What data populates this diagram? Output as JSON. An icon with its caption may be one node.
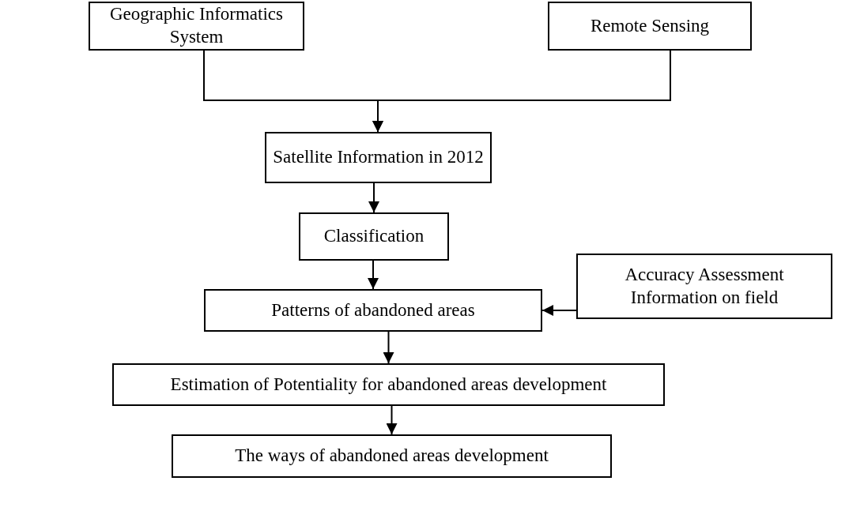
{
  "diagram": {
    "nodes": [
      {
        "text": [
          "Geographic Informatics System"
        ]
      },
      {
        "text": [
          "Remote Sensing"
        ]
      },
      {
        "text": [
          "Satellite Information in 2012"
        ]
      },
      {
        "text": [
          "Classification"
        ]
      },
      {
        "text": [
          "Patterns of abandoned areas"
        ]
      },
      {
        "text": [
          "Accuracy Assessment Information on field"
        ]
      },
      {
        "text": [
          "Estimation of Potentiality for abandoned areas development"
        ]
      },
      {
        "text": [
          "The ways of abandoned areas development"
        ]
      }
    ],
    "edges": [
      {
        "from": 0,
        "to": 2,
        "arrow": "to"
      },
      {
        "from": 1,
        "to": 2,
        "arrow": "to"
      },
      {
        "from": 2,
        "to": 3,
        "arrow": "to"
      },
      {
        "from": 3,
        "to": 4,
        "arrow": "to"
      },
      {
        "from": 5,
        "to": 4,
        "arrow": "to"
      },
      {
        "from": 4,
        "to": 6,
        "arrow": "to"
      },
      {
        "from": 6,
        "to": 7,
        "arrow": "to"
      }
    ]
  }
}
